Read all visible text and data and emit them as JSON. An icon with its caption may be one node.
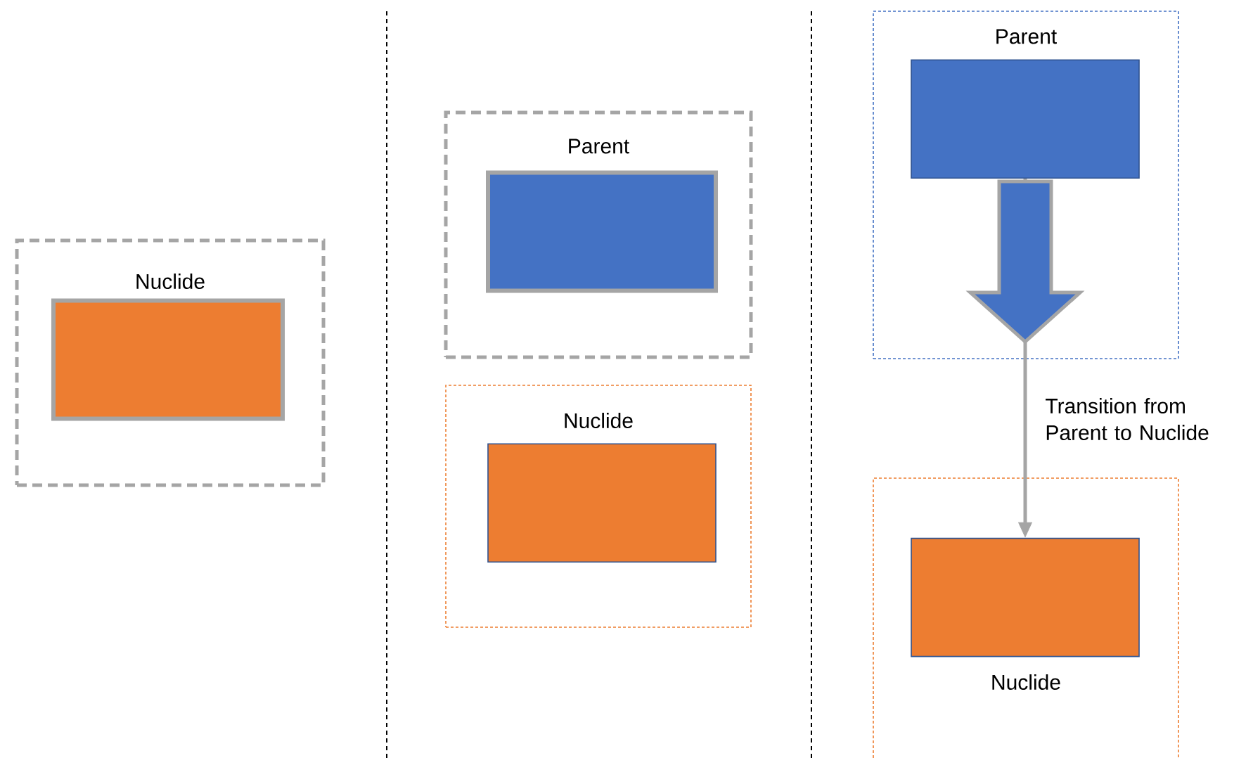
{
  "diagram": {
    "nodes": [
      {
        "text": [
          "Nuclide"
        ]
      },
      {
        "text": [],
        "shape": "box",
        "in": 0
      },
      {
        "text": [
          "Parent"
        ]
      },
      {
        "text": [],
        "shape": "box",
        "in": 2
      },
      {
        "text": [
          "Nuclide"
        ]
      },
      {
        "text": [],
        "shape": "box",
        "in": 4
      },
      {
        "text": [
          "Parent"
        ]
      },
      {
        "text": [],
        "shape": "box",
        "in": 6
      },
      {
        "text": [
          "Nuclide"
        ]
      },
      {
        "text": [],
        "shape": "box",
        "in": 8
      }
    ],
    "edges": [
      {
        "from": 7,
        "to": 9,
        "arrow": "to",
        "label": "Transition from Parent to Nuclide"
      }
    ]
  }
}
